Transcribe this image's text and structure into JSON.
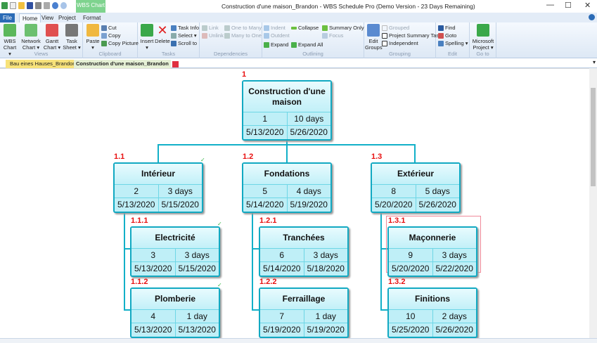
{
  "window": {
    "title": "Construction d'une maison_Brandon - WBS Schedule Pro (Demo Version - 23 Days Remaining)",
    "context_tab": "WBS Chart"
  },
  "menu_tabs": [
    "File",
    "Home",
    "View",
    "Project",
    "Format"
  ],
  "ribbon": {
    "views": {
      "label": "Views",
      "items": [
        "WBS Chart",
        "Network Chart",
        "Gantt Chart",
        "Task Sheet"
      ]
    },
    "clipboard": {
      "label": "Clipboard",
      "paste": "Paste",
      "cut": "Cut",
      "copy": "Copy",
      "copy_picture": "Copy Picture"
    },
    "tasks": {
      "label": "Tasks",
      "insert": "Insert",
      "delete": "Delete",
      "task_info": "Task Info",
      "select": "Select",
      "scroll_to": "Scroll to"
    },
    "dependencies": {
      "label": "Dependencies",
      "link": "Link",
      "unlink": "Unlink",
      "one_to_many": "One to Many",
      "many_to_one": "Many to One"
    },
    "outlining": {
      "label": "Outlining",
      "indent": "Indent",
      "outdent": "Outdent",
      "expand": "Expand",
      "collapse": "Collapse",
      "expand_all": "Expand All",
      "summary_only": "Summary Only",
      "focus": "Focus"
    },
    "grouping": {
      "label": "Grouping",
      "edit_groups": "Edit Groups",
      "grouped": "Grouped",
      "project_summary_task": "Project Summary Task",
      "independent": "Independent"
    },
    "edit": {
      "label": "Edit",
      "find": "Find",
      "goto": "Goto",
      "spelling": "Spelling"
    },
    "goto": {
      "label": "Go to",
      "microsoft_project": "Microsoft Project"
    }
  },
  "doc_tabs": [
    "Bau eines Hauses_Brandon",
    "Construction d'une maison_Brandon"
  ],
  "nodes": [
    {
      "wbs": "1",
      "name": "Construction d'une maison",
      "id": "1",
      "duration": "10 days",
      "start": "5/13/2020",
      "finish": "5/26/2020"
    },
    {
      "wbs": "1.1",
      "name": "Intérieur",
      "id": "2",
      "duration": "3 days",
      "start": "5/13/2020",
      "finish": "5/15/2020"
    },
    {
      "wbs": "1.2",
      "name": "Fondations",
      "id": "5",
      "duration": "4 days",
      "start": "5/14/2020",
      "finish": "5/19/2020"
    },
    {
      "wbs": "1.3",
      "name": "Extérieur",
      "id": "8",
      "duration": "5 days",
      "start": "5/20/2020",
      "finish": "5/26/2020"
    },
    {
      "wbs": "1.1.1",
      "name": "Electricité",
      "id": "3",
      "duration": "3 days",
      "start": "5/13/2020",
      "finish": "5/15/2020"
    },
    {
      "wbs": "1.2.1",
      "name": "Tranchées",
      "id": "6",
      "duration": "3 days",
      "start": "5/14/2020",
      "finish": "5/18/2020"
    },
    {
      "wbs": "1.3.1",
      "name": "Maçonnerie",
      "id": "9",
      "duration": "3 days",
      "start": "5/20/2020",
      "finish": "5/22/2020"
    },
    {
      "wbs": "1.1.2",
      "name": "Plomberie",
      "id": "4",
      "duration": "1 day",
      "start": "5/13/2020",
      "finish": "5/13/2020"
    },
    {
      "wbs": "1.2.2",
      "name": "Ferraillage",
      "id": "7",
      "duration": "1 day",
      "start": "5/19/2020",
      "finish": "5/19/2020"
    },
    {
      "wbs": "1.3.2",
      "name": "Finitions",
      "id": "10",
      "duration": "2 days",
      "start": "5/25/2020",
      "finish": "5/26/2020"
    }
  ],
  "colors": {
    "node_border": "#12a9c2",
    "node_fill": "#bfeff7",
    "wbs_number": "#e81010",
    "connector": "#12b0c8"
  }
}
